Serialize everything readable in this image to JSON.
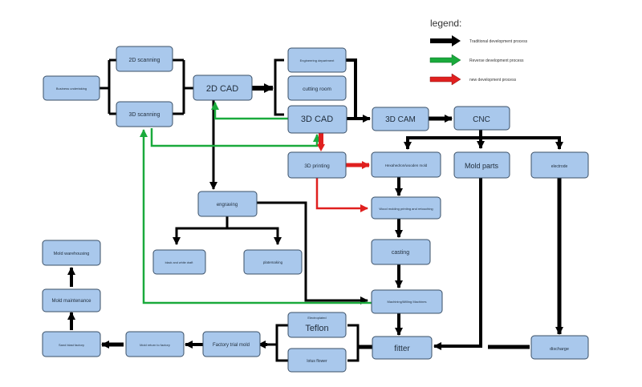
{
  "legend": {
    "title": "legend:",
    "items": [
      {
        "label": "Traditional development process",
        "color": "#000000"
      },
      {
        "label": "Reverse development process",
        "color": "#1aaa3c"
      },
      {
        "label": "new development process",
        "color": "#e0201f"
      }
    ]
  },
  "nodes": {
    "business_undertaking": "Business undertaking",
    "scan_2d": "2D scanning",
    "scan_3d": "3D scanning",
    "cad_2d": "2D CAD",
    "engineering_department": "Engineering department",
    "cutting_room": "cutting room",
    "cad_3d": "3D CAD",
    "cam_3d": "3D CAM",
    "cnc": "CNC",
    "printing_3d": "3D printing",
    "hexahedron_mold": "Hexahedron/wooden mold",
    "mold_parts": "Mold parts",
    "electrode": "electrode",
    "engraving": "engraving",
    "black_white_draft": "black and white draft",
    "platemaking": "platemaking",
    "wood_molding": "Wood molding printing and retouching",
    "casting": "casting",
    "machining": "Machining/Milling Machines",
    "mold_warehousing": "Mold warehousing",
    "mold_maintenance": "Mold maintenance",
    "sand_blast": "Sand blast factory",
    "mold_return": "Mold return to factory",
    "factory_trial": "Factory trial mold",
    "electroplated": "Electroplated",
    "teflon": "Teflon",
    "lotus_flower": "lotus flower",
    "fitter": "fitter",
    "discharge": "discharge"
  },
  "colors": {
    "box_fill": "#a9c8ec",
    "box_border": "#3a4f66",
    "traditional": "#000000",
    "reverse": "#1aaa3c",
    "new": "#e0201f"
  }
}
